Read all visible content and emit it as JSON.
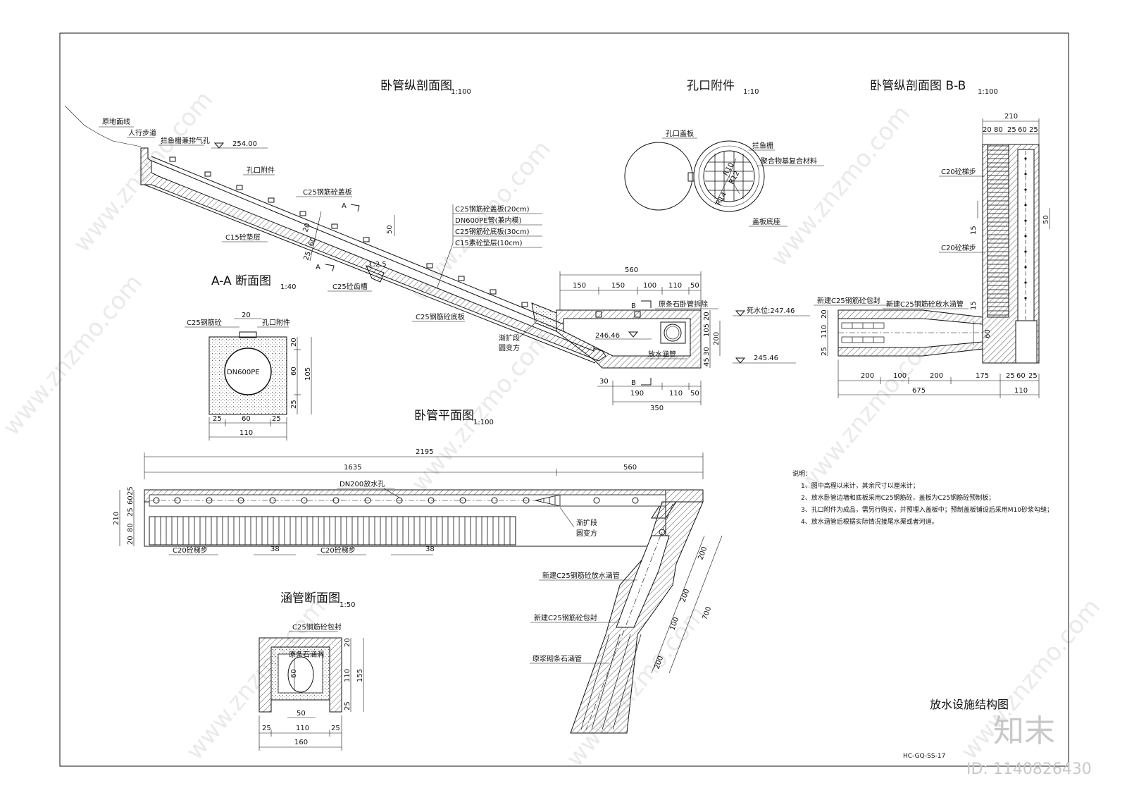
{
  "drawing": {
    "title": "放水设施结构图",
    "drawing_no": "HC-GQ-SS-17",
    "brand": "知末",
    "id_text": "ID: 1140826430",
    "watermark": "www.znzmo.com"
  },
  "views": {
    "long_section": {
      "title": "卧管纵剖面图",
      "scale": "1:100",
      "labels": {
        "ground": "原地面线",
        "walkway": "人行步道",
        "grill": "拦鱼栅兼排气孔",
        "orifice": "孔口附件",
        "cover": "C25钢筋砼盖板",
        "cushion": "C15砼垫层",
        "slope": "1:2.5",
        "tooth": "C25砼齿槽",
        "bottom": "C25钢筋砼底板",
        "transition_1": "渐扩段",
        "transition_2": "圆变方",
        "remove": "原条石卧管拆除",
        "outlet": "放水涵管",
        "sec_aa": "A",
        "sec_bb": "B"
      },
      "layers": [
        "C25钢筋砼盖板(20cm)",
        "DN600PE管(兼内模)",
        "C25钢筋砼底板(30cm)",
        "C15素砼垫层(10cm)"
      ],
      "elevations": {
        "top": "254.00",
        "dead_water": "死水位:247.46",
        "pool": "246.46",
        "bottom": "245.46"
      },
      "dims": {
        "top_total": "560",
        "top_segs": [
          "150",
          "150",
          "100",
          "110",
          "50"
        ],
        "bot_segs": [
          "30",
          "190",
          "110",
          "50"
        ],
        "bot_total": "350",
        "right_v": [
          "20",
          "105",
          "200",
          "30",
          "45"
        ],
        "slope_v": [
          "20",
          "60",
          "25"
        ],
        "box50": "50"
      }
    },
    "orifice": {
      "title": "孔口附件",
      "scale": "1:10",
      "labels": {
        "plate": "孔口盖板",
        "grill": "拦鱼栅",
        "composite": "聚合物基复合材料",
        "base": "盖板底座",
        "r10": "R10",
        "r12": "R12",
        "r14": "R14"
      }
    },
    "section_bb": {
      "title": "卧管纵剖面图 B-B",
      "scale": "1:100",
      "labels": {
        "ladder1": "C20砼梯步",
        "ladder2": "C20砼梯步",
        "encase": "新建C25钢筋砼包封",
        "pipe": "新建C25钢筋砼放水涵管"
      },
      "dims": {
        "top_total": "210",
        "top_segs": [
          "20",
          "80",
          "25",
          "60",
          "25"
        ],
        "right_50": "50",
        "mid_15a": "15",
        "mid_15b": "15",
        "v_60": "60",
        "left_v": [
          "20",
          "110",
          "25"
        ],
        "bot_segs": [
          "200",
          "100",
          "200",
          "175",
          "25",
          "60",
          "25"
        ],
        "bot_total": "675",
        "bot_right": "110"
      }
    },
    "section_aa": {
      "title": "A-A 断面图",
      "scale": "1:40",
      "labels": {
        "cover": "C25钢筋砼",
        "orifice": "孔口附件",
        "pipe": "DN600PE"
      },
      "dims": {
        "top": "20",
        "right_v": [
          "20",
          "60",
          "25"
        ],
        "right_total": "105",
        "bot_segs": [
          "25",
          "60",
          "25"
        ],
        "bot_total": "110"
      }
    },
    "plan": {
      "title": "卧管平面图",
      "scale": "1:100",
      "labels": {
        "hole": "DN200放水孔",
        "ladder_a": "C20砼梯步",
        "ladder_b": "C20砼梯步",
        "trans_1": "渐扩段",
        "trans_2": "圆变方",
        "new_pipe": "新建C25钢筋砼放水涵管",
        "encase": "新建C25钢筋砼包封",
        "old_pipe": "原浆砌条石涵管"
      },
      "dims": {
        "total": "2195",
        "left": "1635",
        "right": "560",
        "step_a": "38",
        "step_b": "38",
        "left_v": [
          "25",
          "60",
          "25",
          "80",
          "20"
        ],
        "left_total": "210",
        "diag": [
          "200",
          "200",
          "100",
          "200"
        ],
        "diag_total": "700"
      }
    },
    "culvert": {
      "title": "涵管断面图",
      "scale": "1:50",
      "labels": {
        "encase": "C25钢筋砼包封",
        "old": "原条石涵洞",
        "dia": "60"
      },
      "dims": {
        "right_v": [
          "20",
          "110",
          "25"
        ],
        "right_total": "155",
        "inner": "50",
        "bot_segs": [
          "25",
          "110",
          "25"
        ],
        "bot_total": "160"
      }
    }
  },
  "notes": {
    "heading": "说明：",
    "items": [
      "1、图中高程以米计，其余尺寸以厘米计；",
      "2、放水卧管边墙和底板采用C25钢筋砼，盖板为C25钢筋砼预制板；",
      "3、孔口附件为成品，需另行购买，并预埋入盖板中；预制盖板铺设后采用M10砂浆勾缝；",
      "4、放水涵管后根据实际情况接尾水渠或者河道。"
    ]
  }
}
